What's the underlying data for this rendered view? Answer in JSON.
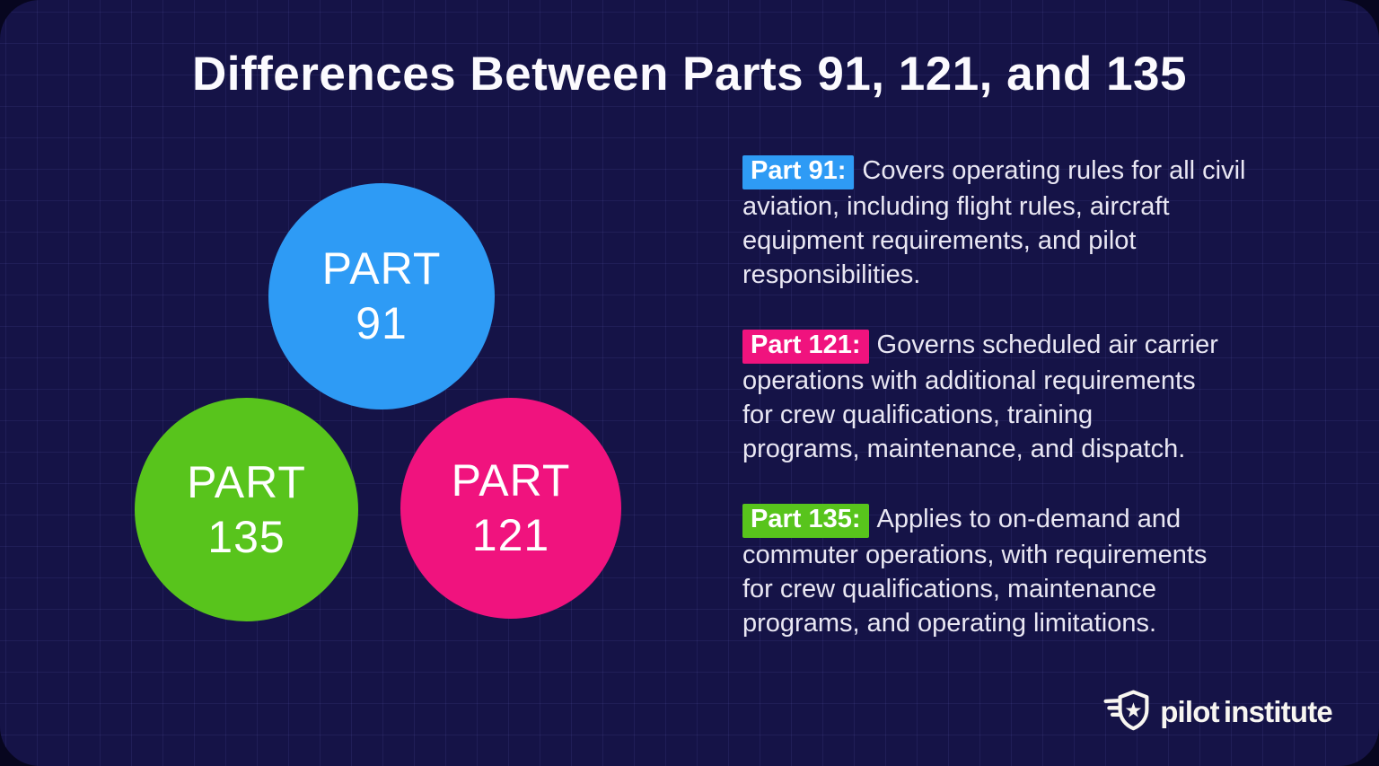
{
  "title": "Differences Between Parts 91, 121, and 135",
  "colors": {
    "blue": "#2e9bf5",
    "green": "#58c41c",
    "pink": "#f0137e",
    "card_bg": "#151347",
    "outer_bg": "#07061f",
    "body_text": "#e9e7f3",
    "title_text": "#fbfafe",
    "logo_text": "#f8f6f1"
  },
  "circles": [
    {
      "id": "part-91",
      "label": "PART\n91"
    },
    {
      "id": "part-135",
      "label": "PART\n135"
    },
    {
      "id": "part-121",
      "label": "PART\n121"
    }
  ],
  "blocks": [
    {
      "tag": "Part 91:",
      "body": "Covers operating rules for all civil\naviation, including flight rules, aircraft\nequipment requirements, and pilot\nresponsibilities."
    },
    {
      "tag": "Part 121:",
      "body": "Governs scheduled air carrier\noperations with additional requirements\nfor crew qualifications, training\nprograms, maintenance, and dispatch."
    },
    {
      "tag": "Part 135:",
      "body": "Applies to on-demand and\ncommuter operations, with requirements\nfor crew qualifications, maintenance\nprograms, and operating limitations."
    }
  ],
  "logo": {
    "brand_left": "pilot",
    "brand_right": "institute",
    "icon": "winged-shield-star-icon"
  }
}
